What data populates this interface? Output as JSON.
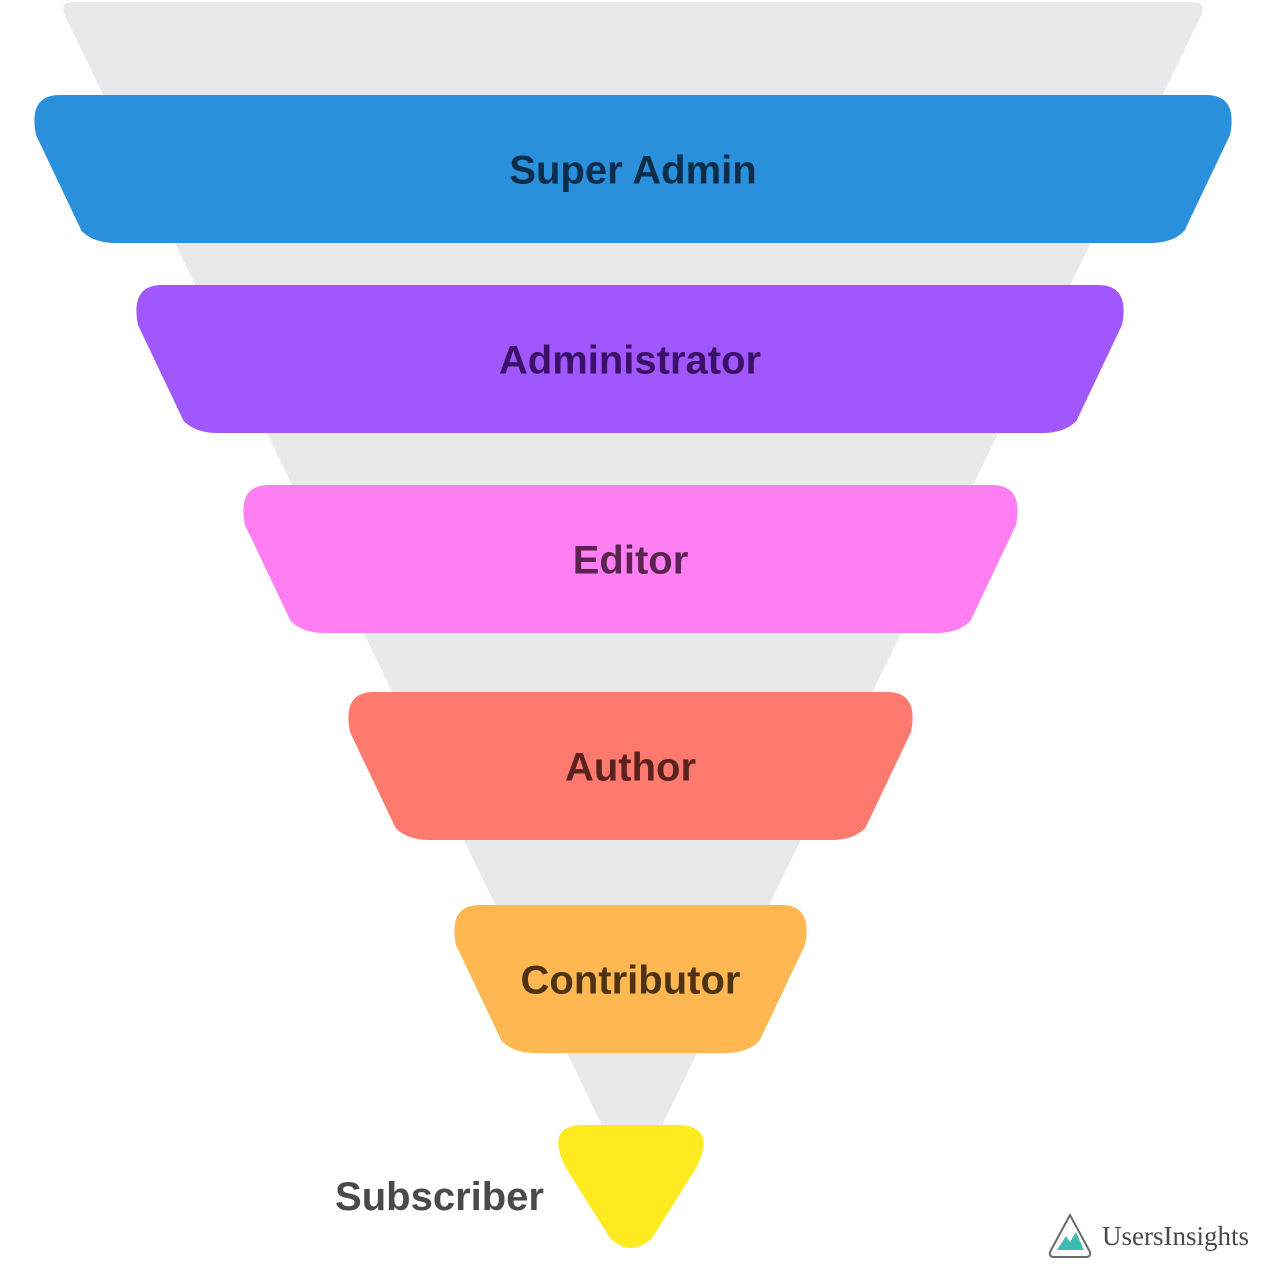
{
  "funnel": {
    "background_color": "#e9e9e9",
    "tiers": [
      {
        "label": "Super Admin",
        "fill": "#2b90db",
        "text_color": "#0d2e4a"
      },
      {
        "label": "Administrator",
        "fill": "#a057fe",
        "text_color": "#3a1166"
      },
      {
        "label": "Editor",
        "fill": "#ff7ff3",
        "text_color": "#5a2350"
      },
      {
        "label": "Author",
        "fill": "#ff7a6e",
        "text_color": "#5a221d"
      },
      {
        "label": "Contributor",
        "fill": "#ffb752",
        "text_color": "#4d3314"
      }
    ],
    "bottom": {
      "label": "Subscriber",
      "fill": "#ffe91f",
      "text_color": "#4a4a4a"
    }
  },
  "brand": {
    "name": "UsersInsights",
    "logo_icon": "mountain-logo-icon",
    "accent": "#3dbdb0"
  }
}
